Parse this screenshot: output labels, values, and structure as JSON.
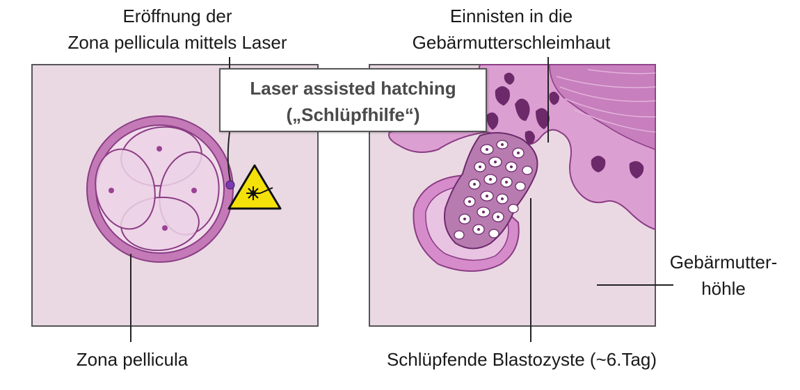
{
  "labels": {
    "opening_line1": "Eröffnung der",
    "opening_line2": "Zona pellicula mittels Laser",
    "implant_line1": "Einnisten in die",
    "implant_line2": "Gebärmutterschleimhaut",
    "zona": "Zona pellicula",
    "blastocyst": "Schlüpfende Blastozyste (~6.Tag)",
    "cavity_line1": "Gebärmutter-",
    "cavity_line2": "höhle"
  },
  "callout": {
    "line1": "Laser assisted hatching",
    "line2": "(„Schlüpfhilfe“)"
  },
  "colors": {
    "panel_bg": "#ead9e3",
    "zona": "#c47ab7",
    "cell": "#e9c8e3",
    "tissue": "#dc9fd2",
    "gland": "#6d2a6b",
    "laser_sign": "#f5e10a"
  },
  "icons": {
    "warning": "laser-warning-icon"
  }
}
